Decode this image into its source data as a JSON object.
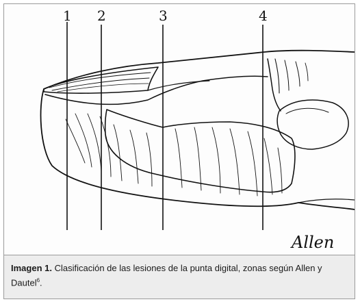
{
  "figure": {
    "zones": [
      "1",
      "2",
      "3",
      "4"
    ],
    "signature": "Allen"
  },
  "caption": {
    "lead": "Imagen 1.",
    "text": " Clasificación de las lesiones de la punta digital, zonas según Allen y Dautel",
    "ref": "6",
    "end": "."
  },
  "colors": {
    "ink": "#111111",
    "caption_bg": "#ededed",
    "border": "#9a9a9a"
  }
}
